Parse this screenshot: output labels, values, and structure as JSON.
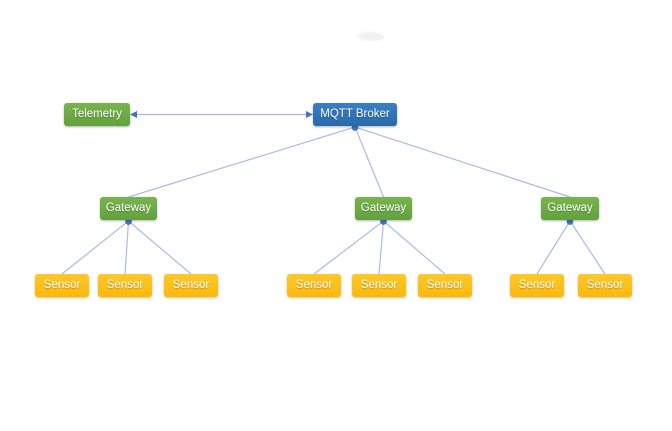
{
  "nodes": {
    "telemetry": {
      "label": "Telemetry",
      "type": "green"
    },
    "broker": {
      "label": "MQTT Broker",
      "type": "blue"
    },
    "gw1": {
      "label": "Gateway",
      "type": "green"
    },
    "gw2": {
      "label": "Gateway",
      "type": "green"
    },
    "gw3": {
      "label": "Gateway",
      "type": "green"
    },
    "s1": {
      "label": "Sensor",
      "type": "yellow"
    },
    "s2": {
      "label": "Sensor",
      "type": "yellow"
    },
    "s3": {
      "label": "Sensor",
      "type": "yellow"
    },
    "s4": {
      "label": "Sensor",
      "type": "yellow"
    },
    "s5": {
      "label": "Sensor",
      "type": "yellow"
    },
    "s6": {
      "label": "Sensor",
      "type": "yellow"
    },
    "s7": {
      "label": "Sensor",
      "type": "yellow"
    },
    "s8": {
      "label": "Sensor",
      "type": "yellow"
    }
  },
  "edges": [
    {
      "from": "broker",
      "to": "telemetry",
      "style": "double_arrow"
    },
    {
      "from": "broker",
      "to": "gw1",
      "style": "branch"
    },
    {
      "from": "broker",
      "to": "gw2",
      "style": "branch"
    },
    {
      "from": "broker",
      "to": "gw3",
      "style": "branch"
    },
    {
      "from": "gw1",
      "to": "s1",
      "style": "branch"
    },
    {
      "from": "gw1",
      "to": "s2",
      "style": "branch"
    },
    {
      "from": "gw1",
      "to": "s3",
      "style": "branch"
    },
    {
      "from": "gw2",
      "to": "s4",
      "style": "branch"
    },
    {
      "from": "gw2",
      "to": "s5",
      "style": "branch"
    },
    {
      "from": "gw2",
      "to": "s6",
      "style": "branch"
    },
    {
      "from": "gw3",
      "to": "s7",
      "style": "branch"
    },
    {
      "from": "gw3",
      "to": "s8",
      "style": "branch"
    }
  ],
  "colors": {
    "node_green": "#6BAA46",
    "node_blue": "#2E74B5",
    "node_yellow": "#FFC01E",
    "line": "#A9BCE2",
    "arrow": "#4472C4",
    "junction_dot": "#4472C4",
    "background": "#FFFFFF"
  }
}
